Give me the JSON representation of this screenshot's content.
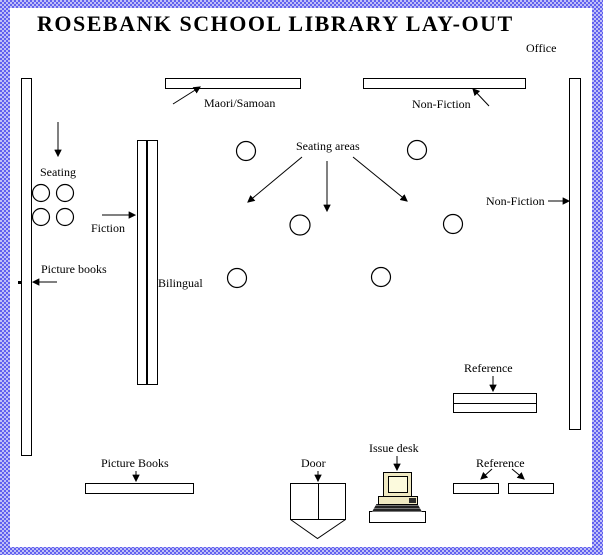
{
  "title": "ROSEBANK SCHOOL LIBRARY LAY-OUT",
  "labels": {
    "office": "Office",
    "maori_samoan": "Maori/Samoan",
    "non_fiction_top": "Non-Fiction",
    "seating": "Seating",
    "fiction": "Fiction",
    "picture_books_left": "Picture books",
    "bilingual": "Bilingual",
    "seating_areas": "Seating areas",
    "non_fiction_right": "Non-Fiction",
    "reference_mid": "Reference",
    "picture_books_bottom": "Picture Books",
    "door": "Door",
    "issue_desk": "Issue desk",
    "reference_bottom": "Reference"
  },
  "colors": {
    "border_checker_dark": "#6161ef",
    "border_checker_light": "#bfbff7",
    "line": "#000000",
    "background": "#ffffff",
    "computer_body": "#efe9c2",
    "computer_screen": "#fcfadd"
  }
}
